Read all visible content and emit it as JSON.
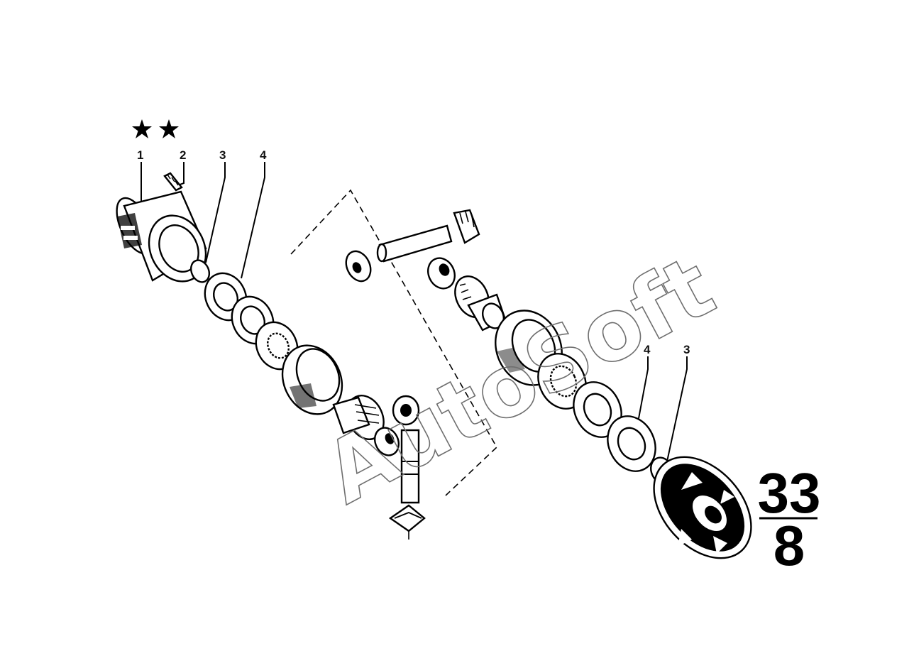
{
  "callouts": {
    "c1": "1",
    "c2": "2",
    "c3a": "3",
    "c4a": "4",
    "c4b": "4",
    "c3b": "3"
  },
  "page_number": {
    "group": "33",
    "sheet": "8"
  },
  "watermark": "AutoSoft",
  "marks": {
    "star_count": 2
  },
  "colors": {
    "ink": "#000000",
    "watermark": "#6f6f6f",
    "background": "#ffffff"
  }
}
